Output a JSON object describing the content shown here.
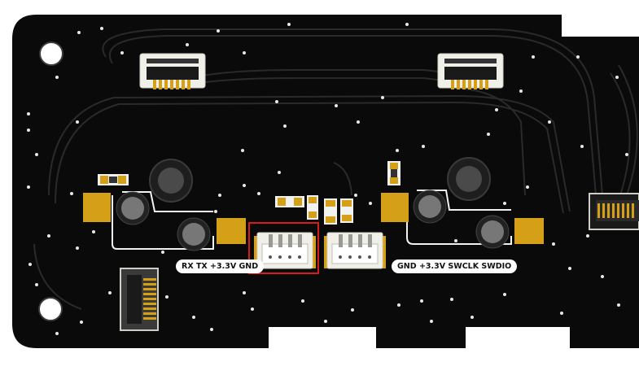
{
  "board": {
    "colors": {
      "background": "#ffffff",
      "soldermask": "#0a0a0a",
      "trace": "#2a2a2a",
      "silkscreen": "#f2f2f2",
      "copper_pad": "#d4a017",
      "connector_body": "#f0efe8",
      "highlight": "#d81c1c"
    },
    "labels": {
      "uart_header": "RX TX +3.3V GND",
      "swd_header": "GND +3.3V SWCLK SWDIO"
    },
    "highlighted_component": "uart-connector"
  }
}
